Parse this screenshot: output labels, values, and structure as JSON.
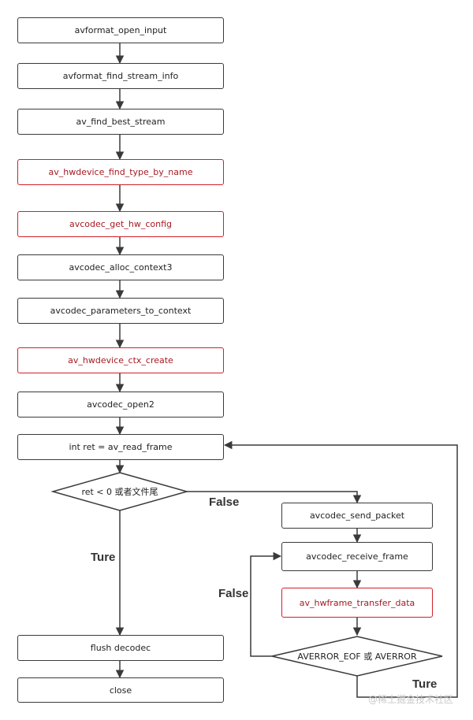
{
  "diagram": {
    "nodes": {
      "open_input": "avformat_open_input",
      "find_stream_info": "avformat_find_stream_info",
      "find_best_stream": "av_find_best_stream",
      "hwdevice_find_type": "av_hwdevice_find_type_by_name",
      "get_hw_config": "avcodec_get_hw_config",
      "alloc_context": "avcodec_alloc_context3",
      "parameters_to_context": "avcodec_parameters_to_context",
      "hwdevice_ctx_create": "av_hwdevice_ctx_create",
      "open2": "avcodec_open2",
      "read_frame": "int ret = av_read_frame",
      "check_ret": "ret < 0 或者文件尾",
      "send_packet": "avcodec_send_packet",
      "receive_frame": "avcodec_receive_frame",
      "transfer_data": "av_hwframe_transfer_data",
      "check_eof": "AVERROR_EOF 或 AVERROR",
      "flush": "flush decodec",
      "close": "close"
    },
    "edge_labels": {
      "false_right": "False",
      "true_down": "Ture",
      "false_loop": "False",
      "true_back": "Ture"
    },
    "highlight_nodes": [
      "hwdevice_find_type",
      "get_hw_config",
      "hwdevice_ctx_create",
      "transfer_data"
    ],
    "colors": {
      "line": "#3a3a3a",
      "highlight": "#d0202a",
      "highlight_text": "#a51a22"
    }
  },
  "watermark": "@稀土掘金技术社区"
}
